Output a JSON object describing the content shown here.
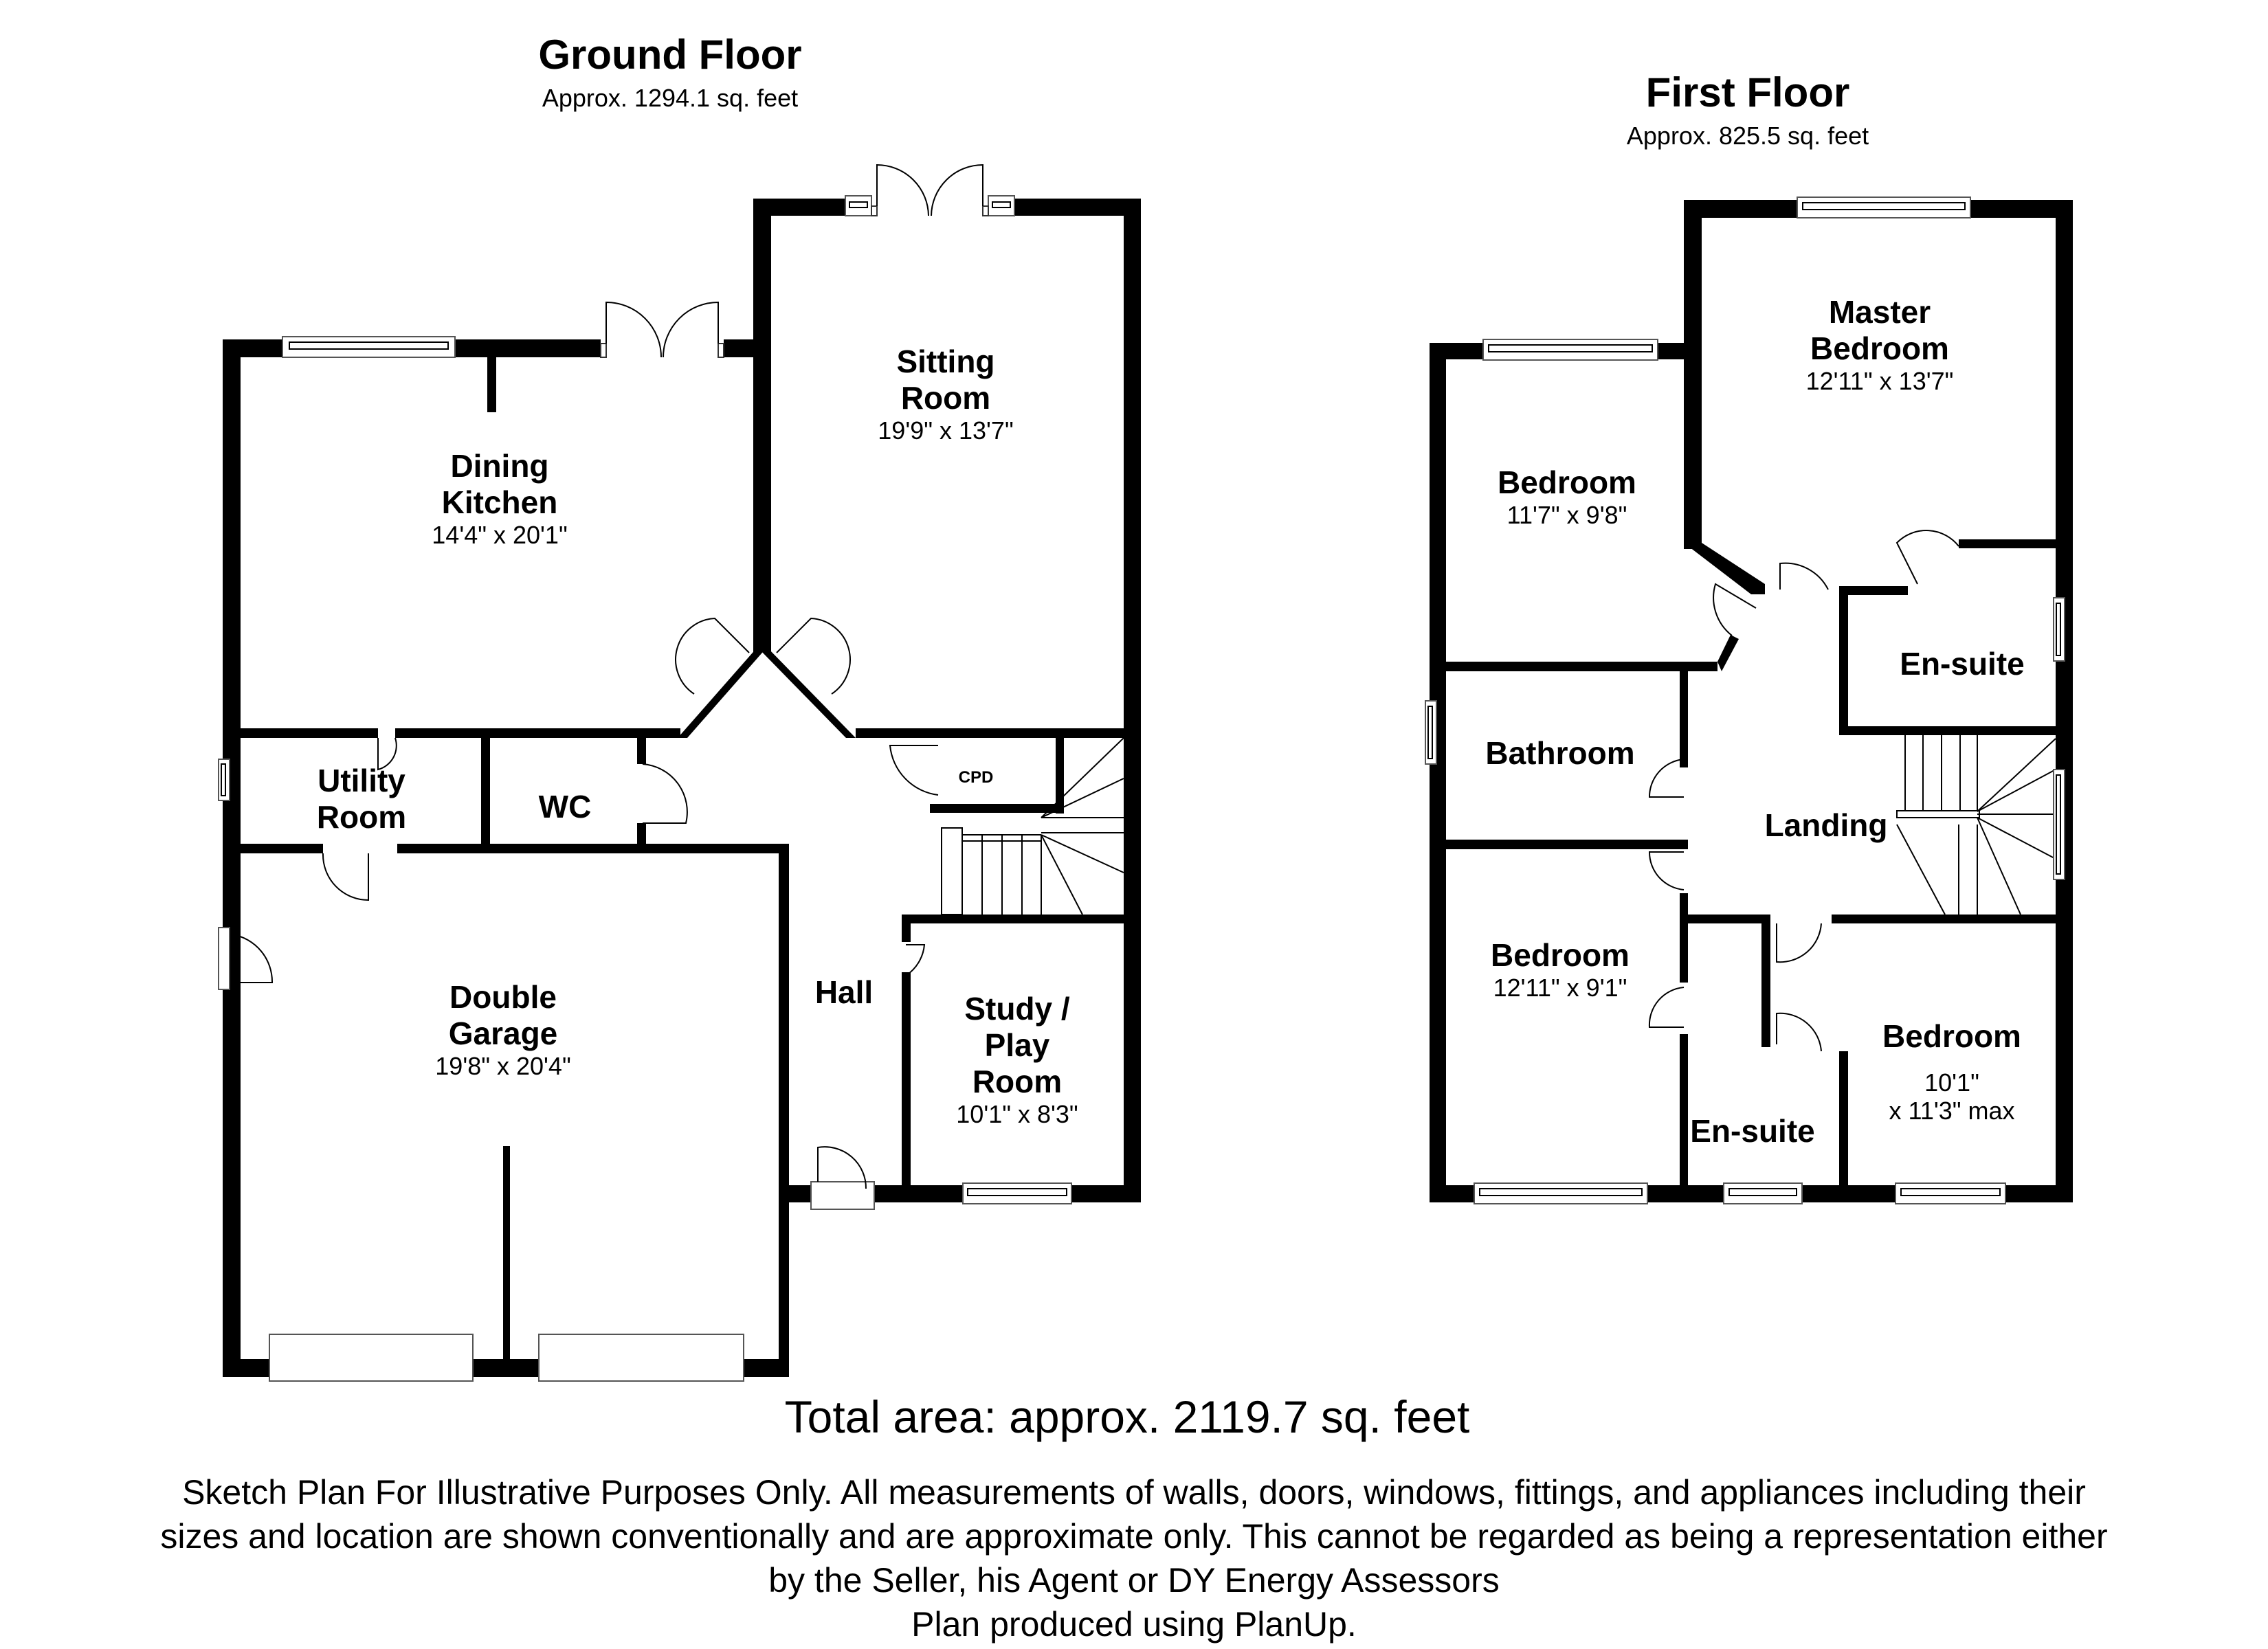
{
  "ground_floor": {
    "title": "Ground Floor",
    "area": "Approx. 1294.1 sq. feet",
    "rooms": {
      "dining_kitchen": {
        "name_line1": "Dining",
        "name_line2": "Kitchen",
        "dims": "14'4\" x 20'1\""
      },
      "sitting_room": {
        "name_line1": "Sitting",
        "name_line2": "Room",
        "dims": "19'9\" x 13'7\""
      },
      "utility_room": {
        "name_line1": "Utility",
        "name_line2": "Room"
      },
      "wc": {
        "name": "WC"
      },
      "cpd": {
        "name": "CPD"
      },
      "hall": {
        "name": "Hall"
      },
      "double_garage": {
        "name_line1": "Double",
        "name_line2": "Garage",
        "dims": "19'8\" x 20'4\""
      },
      "study": {
        "name_line1": "Study /",
        "name_line2": "Play",
        "name_line3": "Room",
        "dims": "10'1\" x 8'3\""
      }
    }
  },
  "first_floor": {
    "title": "First Floor",
    "area": "Approx. 825.5 sq. feet",
    "rooms": {
      "master_bedroom": {
        "name_line1": "Master",
        "name_line2": "Bedroom",
        "dims": "12'11\" x 13'7\""
      },
      "bedroom_1": {
        "name": "Bedroom",
        "dims": "11'7\" x 9'8\""
      },
      "en_suite_1": {
        "name": "En-suite"
      },
      "bathroom": {
        "name": "Bathroom"
      },
      "landing": {
        "name": "Landing"
      },
      "bedroom_2": {
        "name": "Bedroom",
        "dims": "12'11\" x 9'1\""
      },
      "en_suite_2": {
        "name": "En-suite"
      },
      "bedroom_3": {
        "name": "Bedroom",
        "dims_line1": "10'1\"",
        "dims_line2": "x 11'3\" max"
      }
    }
  },
  "footer": {
    "total_area": "Total area: approx. 2119.7 sq. feet",
    "disclaimer_line1": "Sketch Plan For Illustrative Purposes Only. All measurements of walls, doors, windows, fittings, and appliances including their",
    "disclaimer_line2": "sizes and location are shown conventionally and are approximate only. This cannot be regarded as being a representation either",
    "disclaimer_line3": "by the Seller, his Agent or DY Energy Assessors",
    "credit": "Plan produced using PlanUp."
  }
}
